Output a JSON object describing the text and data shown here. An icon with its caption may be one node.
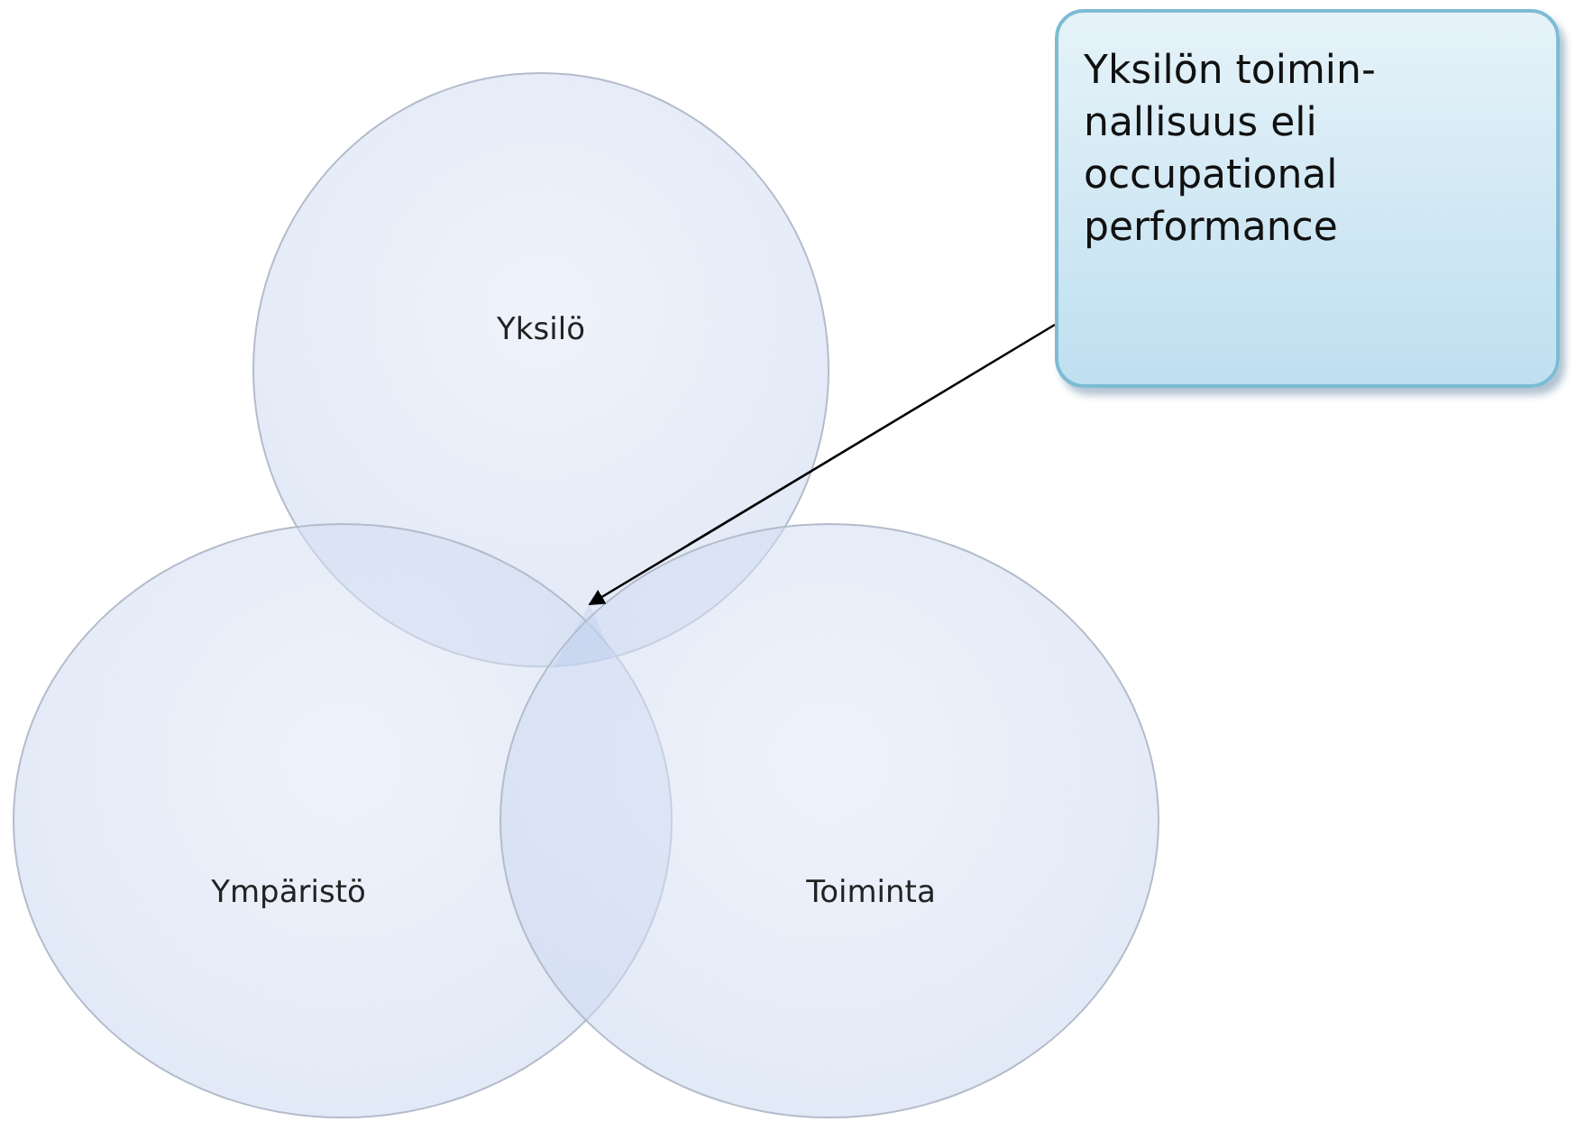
{
  "diagram": {
    "nodes": [
      {
        "text": [
          "Yksilö"
        ]
      },
      {
        "text": [
          "Ympäristö"
        ]
      },
      {
        "text": [
          "Toiminta"
        ]
      },
      {
        "text": [
          "Yksilön toimin-nallisuus eli occupational performance"
        ]
      },
      {
        "text": [],
        "shape": "triangle"
      }
    ],
    "edges": [
      {
        "from": 3,
        "to": 4,
        "arrow": "to"
      }
    ]
  }
}
